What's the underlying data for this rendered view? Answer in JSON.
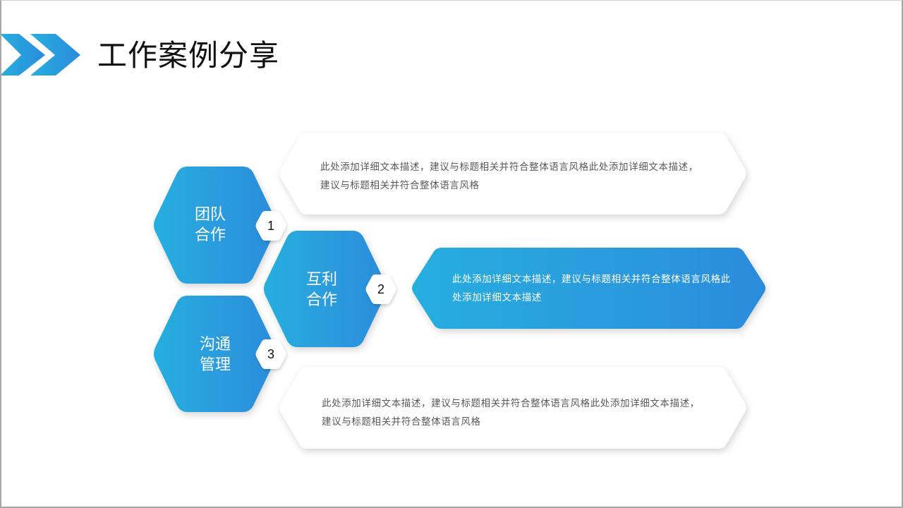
{
  "header": {
    "title": "工作案例分享",
    "logo_icon": "double-chevron-right-icon"
  },
  "colors": {
    "accent_start": "#28AEDF",
    "accent_end": "#2A8CDC",
    "card_bg": "#FFFFFF",
    "body_text": "#595959",
    "title_text": "#111111"
  },
  "items": [
    {
      "number": "1",
      "label_line1": "团队",
      "label_line2": "合作",
      "description": "此处添加详细文本描述，建议与标题相关并符合整体语言风格此处添加详细文本描述，建议与标题相关并符合整体语言风格",
      "highlighted": false
    },
    {
      "number": "2",
      "label_line1": "互利",
      "label_line2": "合作",
      "description": "此处添加详细文本描述，建议与标题相关并符合整体语言风格此处添加详细文本描述",
      "highlighted": true
    },
    {
      "number": "3",
      "label_line1": "沟通",
      "label_line2": "管理",
      "description": "此处添加详细文本描述，建议与标题相关并符合整体语言风格此处添加详细文本描述，建议与标题相关并符合整体语言风格",
      "highlighted": false
    }
  ]
}
